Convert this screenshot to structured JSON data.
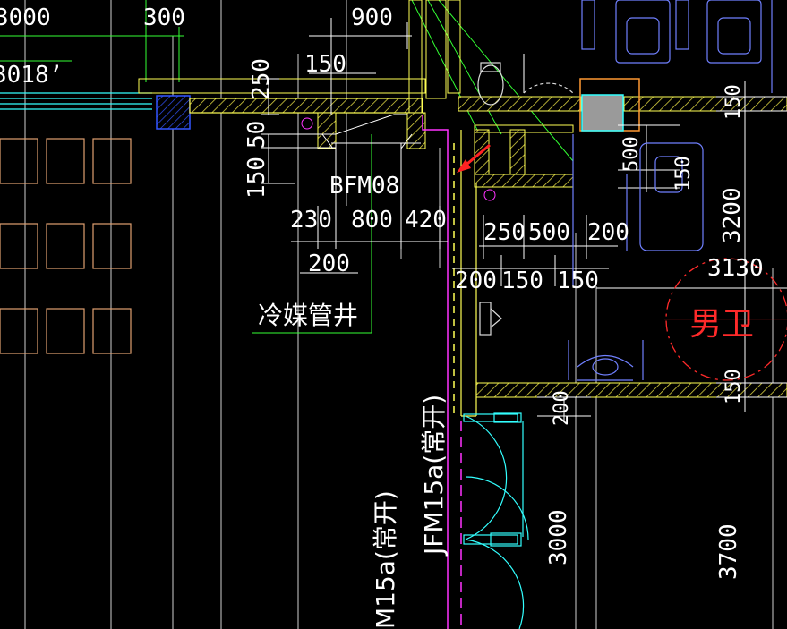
{
  "colors": {
    "background": "#000000",
    "wall": "#ffff55",
    "dimension": "#ffffff",
    "axis": "#d0d0d0",
    "green": "#33ff33",
    "cyan": "#33ffff",
    "magenta": "#ff33ff",
    "orange": "#ff9933",
    "red": "#ff2222",
    "blue": "#3355ff",
    "furniture": "#7080ff"
  },
  "labels": {
    "dim_3000": "3000",
    "dim_300": "300",
    "window_code": "3018’",
    "dim_900": "900",
    "dim_150_a": "150",
    "dim_250_v": "250",
    "dim_50_v": "50",
    "dim_150_v": "150",
    "door_bfm": "BFM08",
    "dim_230": "230",
    "dim_800": "800",
    "dim_420": "420",
    "dim_200_a": "200",
    "shaft_label": "冷媒管井",
    "dim_250_b": "250",
    "dim_500_a": "500",
    "dim_200_b": "200",
    "dim_200_c": "200",
    "dim_150_b": "150",
    "dim_150_c": "150",
    "dim_500_v": "500",
    "dim_150_v2": "150",
    "dim_3200_v": "3200",
    "dim_150_v3": "150",
    "dim_3130": "3130",
    "room_mark": "男卫",
    "dim_150_v4": "150",
    "dim_200_v": "200",
    "door_jfm_right": "JFM15a(常开)",
    "door_jfm_left": "M15a(常开)",
    "dim_3000_v": "3000",
    "dim_3700_v": "3700"
  },
  "icons": {
    "column_hatch": "hatched-column",
    "arrow": "red-arrow",
    "toilet": "toilet-fixture",
    "basin": "wash-basin",
    "door_swing": "door-swing-arc"
  }
}
